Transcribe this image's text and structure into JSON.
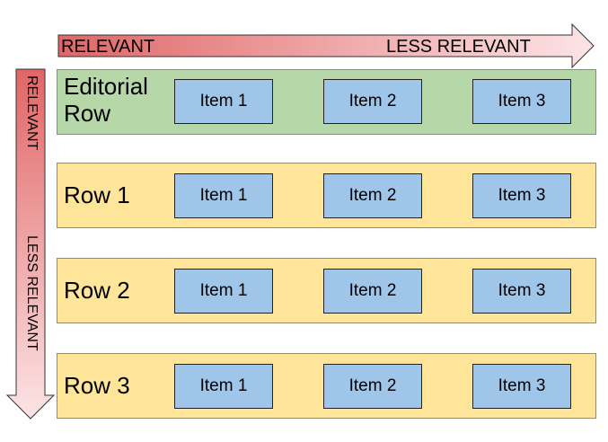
{
  "horizontal_axis": {
    "start_label": "RELEVANT",
    "end_label": "LESS RELEVANT",
    "color_start": "#e06666",
    "color_end": "#fce4e6"
  },
  "vertical_axis": {
    "start_label": "RELEVANT",
    "end_label": "LESS RELEVANT",
    "color_start": "#e06666",
    "color_end": "#fce4e6"
  },
  "colors": {
    "editorial_row": "#b6d7a8",
    "regular_row": "#ffe599",
    "item": "#9fc5e8"
  },
  "rows": [
    {
      "label_line1": "Editorial",
      "label_line2": "Row",
      "items": [
        "Item 1",
        "Item 2",
        "Item 3"
      ]
    },
    {
      "label_line1": "Row 1",
      "label_line2": "",
      "items": [
        "Item 1",
        "Item 2",
        "Item 3"
      ]
    },
    {
      "label_line1": "Row 2",
      "label_line2": "",
      "items": [
        "Item 1",
        "Item 2",
        "Item 3"
      ]
    },
    {
      "label_line1": "Row 3",
      "label_line2": "",
      "items": [
        "Item 1",
        "Item 2",
        "Item 3"
      ]
    }
  ]
}
